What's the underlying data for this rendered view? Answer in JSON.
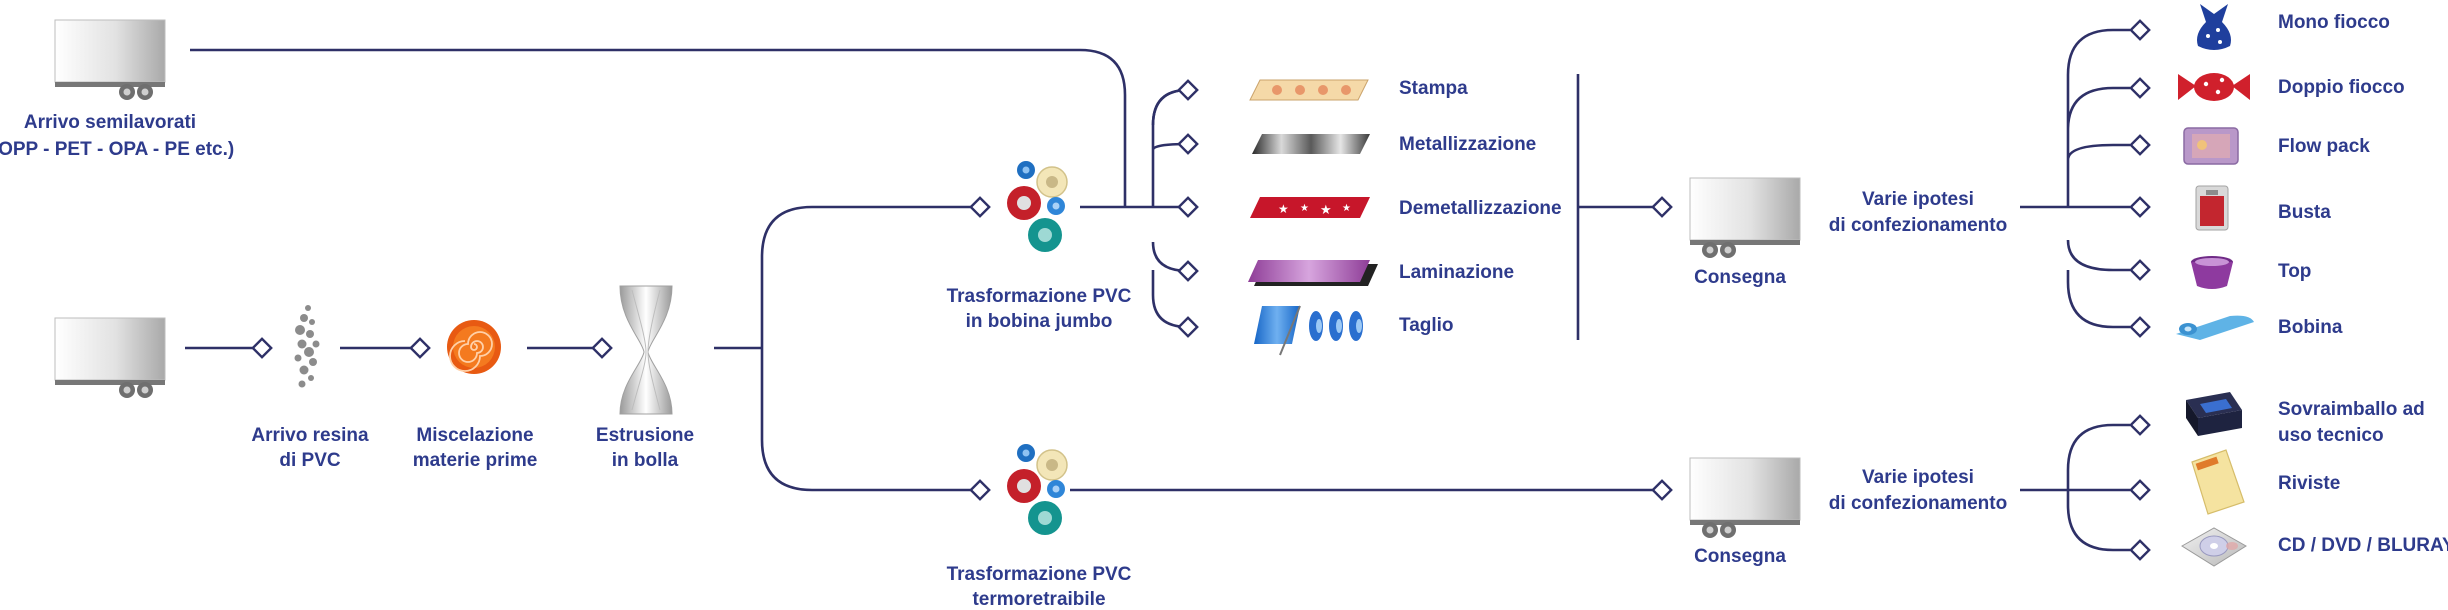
{
  "colors": {
    "line": "#2e3067",
    "label": "#2e3b8c"
  },
  "sources": {
    "semilavorati": {
      "line1": "Arrivo semilavorati",
      "line2": "(OPP - PET - OPA - PE etc.)"
    },
    "resina": {
      "line1": "Arrivo resina",
      "line2": "di PVC"
    }
  },
  "steps": {
    "miscelazione": {
      "line1": "Miscelazione",
      "line2": "materie prime"
    },
    "estrusione": {
      "line1": "Estrusione",
      "line2": "in bolla"
    },
    "bobina_jumbo": {
      "line1": "Trasformazione PVC",
      "line2": "in bobina jumbo"
    },
    "termoretraibile": {
      "line1": "Trasformazione PVC",
      "line2": "termoretraibile"
    }
  },
  "processes": [
    "Stampa",
    "Metallizzazione",
    "Demetallizzazione",
    "Laminazione",
    "Taglio"
  ],
  "delivery": {
    "label": "Consegna"
  },
  "packaging": {
    "line1": "Varie ipotesi",
    "line2": "di confezionamento"
  },
  "products_top": [
    "Mono fiocco",
    "Doppio fiocco",
    "Flow pack",
    "Busta",
    "Top",
    "Bobina"
  ],
  "products_bottom": [
    {
      "line1": "Sovraimballo ad",
      "line2": "uso tecnico"
    },
    {
      "line1": "Riviste"
    },
    {
      "line1": "CD / DVD / BLURAY"
    }
  ],
  "icons": [
    "truck-icon",
    "resin-pellets-icon",
    "mixing-swirl-icon",
    "extrusion-bubble-icon",
    "rollers-icon",
    "printed-film-icon",
    "metallized-film-icon",
    "demetallized-film-icon",
    "laminated-film-icon",
    "slitting-rolls-icon",
    "mono-twist-candy-icon",
    "double-twist-candy-icon",
    "flow-pack-icon",
    "pouch-icon",
    "cup-top-icon",
    "film-roll-icon",
    "tech-box-icon",
    "magazine-icon",
    "cd-case-icon"
  ]
}
